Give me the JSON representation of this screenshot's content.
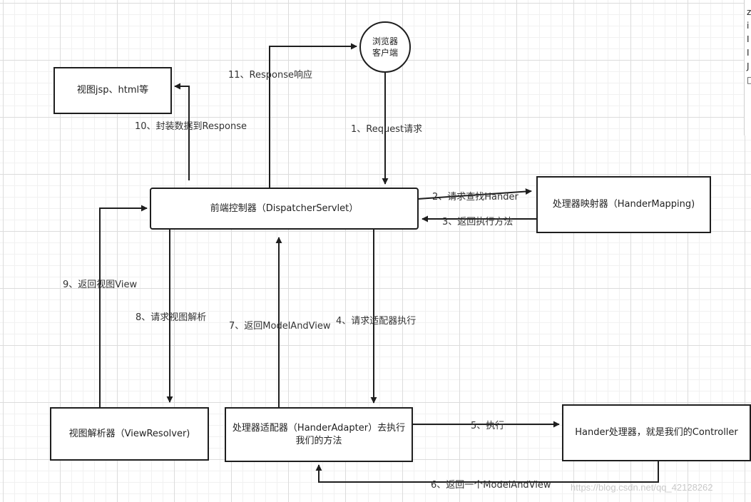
{
  "nodes": {
    "browser": "浏览器\n客户端",
    "view": "视图jsp、html等",
    "dispatcher": "前端控制器（DispatcherServlet）",
    "mapping": "处理器映射器（HanderMapping)",
    "resolver": "视图解析器（ViewResolver)",
    "adapter": "处理器适配器（HanderAdapter）去执行\n我们的方法",
    "handler": "Hander处理器，就是我们的Controller"
  },
  "edges": {
    "e1": "1、Request请求",
    "e2": "2、请求查找Hander",
    "e3": "3、返回执行方法",
    "e4": "4、请求适配器执行",
    "e5": "5、执行",
    "e6": "6、返回一个ModelAndView",
    "e7": "7、返回ModelAndView",
    "e8": "8、请求视图解析",
    "e9": "9、返回视图View",
    "e10": "10、封装数据到Response",
    "e11": "11、Response响应"
  },
  "side_panel": [
    "z",
    "i",
    "I",
    "I",
    "J",
    "□"
  ],
  "watermark": "https://blog.csdn.net/qq_42128262",
  "colors": {
    "line": "#1e1e1e",
    "grid": "#dcdcdc",
    "box_bg": "#ffffff"
  }
}
